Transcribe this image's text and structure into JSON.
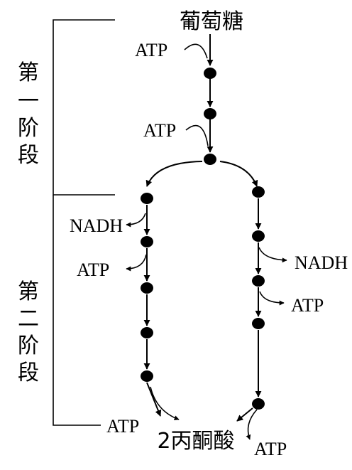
{
  "title": "葡萄糖",
  "product": "2丙酮酸",
  "stages": {
    "stage1": [
      "第",
      "一",
      "阶",
      "段"
    ],
    "stage2": [
      "第",
      "二",
      "阶",
      "段"
    ]
  },
  "labels": {
    "atp_1": "ATP",
    "atp_2": "ATP",
    "nadh_left": "NADH",
    "atp_left_1": "ATP",
    "nadh_right": "NADH",
    "atp_right_1": "ATP",
    "atp_bottom_left": "ATP",
    "atp_bottom_right": "ATP"
  },
  "colors": {
    "ink": "#000000",
    "background": "#ffffff"
  }
}
